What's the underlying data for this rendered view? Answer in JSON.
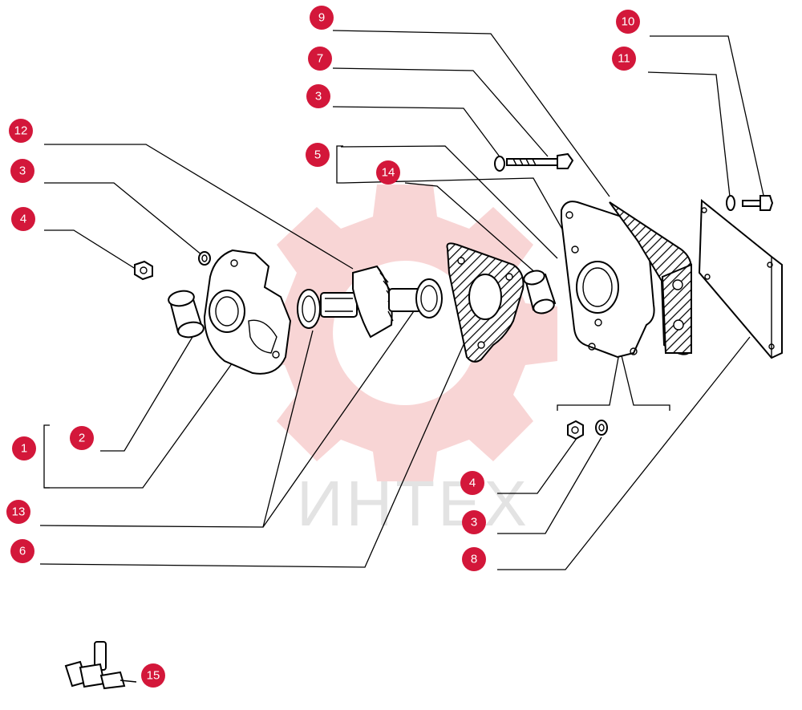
{
  "diagram": {
    "watermark": {
      "text": "ИНТЕХ",
      "gear_color": "#f7d0d0",
      "text_color": "#e3e3e3"
    },
    "callout_color": "#d3173a",
    "callouts": [
      {
        "id": "c9",
        "label": "9"
      },
      {
        "id": "c10",
        "label": "10"
      },
      {
        "id": "c11",
        "label": "11"
      },
      {
        "id": "c7",
        "label": "7"
      },
      {
        "id": "c3a",
        "label": "3"
      },
      {
        "id": "c5",
        "label": "5"
      },
      {
        "id": "c14",
        "label": "14"
      },
      {
        "id": "c12",
        "label": "12"
      },
      {
        "id": "c3b",
        "label": "3"
      },
      {
        "id": "c4a",
        "label": "4"
      },
      {
        "id": "c2",
        "label": "2"
      },
      {
        "id": "c1",
        "label": "1"
      },
      {
        "id": "c13",
        "label": "13"
      },
      {
        "id": "c6",
        "label": "6"
      },
      {
        "id": "c4b",
        "label": "4"
      },
      {
        "id": "c3c",
        "label": "3"
      },
      {
        "id": "c8",
        "label": "8"
      },
      {
        "id": "c15",
        "label": "15"
      }
    ]
  }
}
